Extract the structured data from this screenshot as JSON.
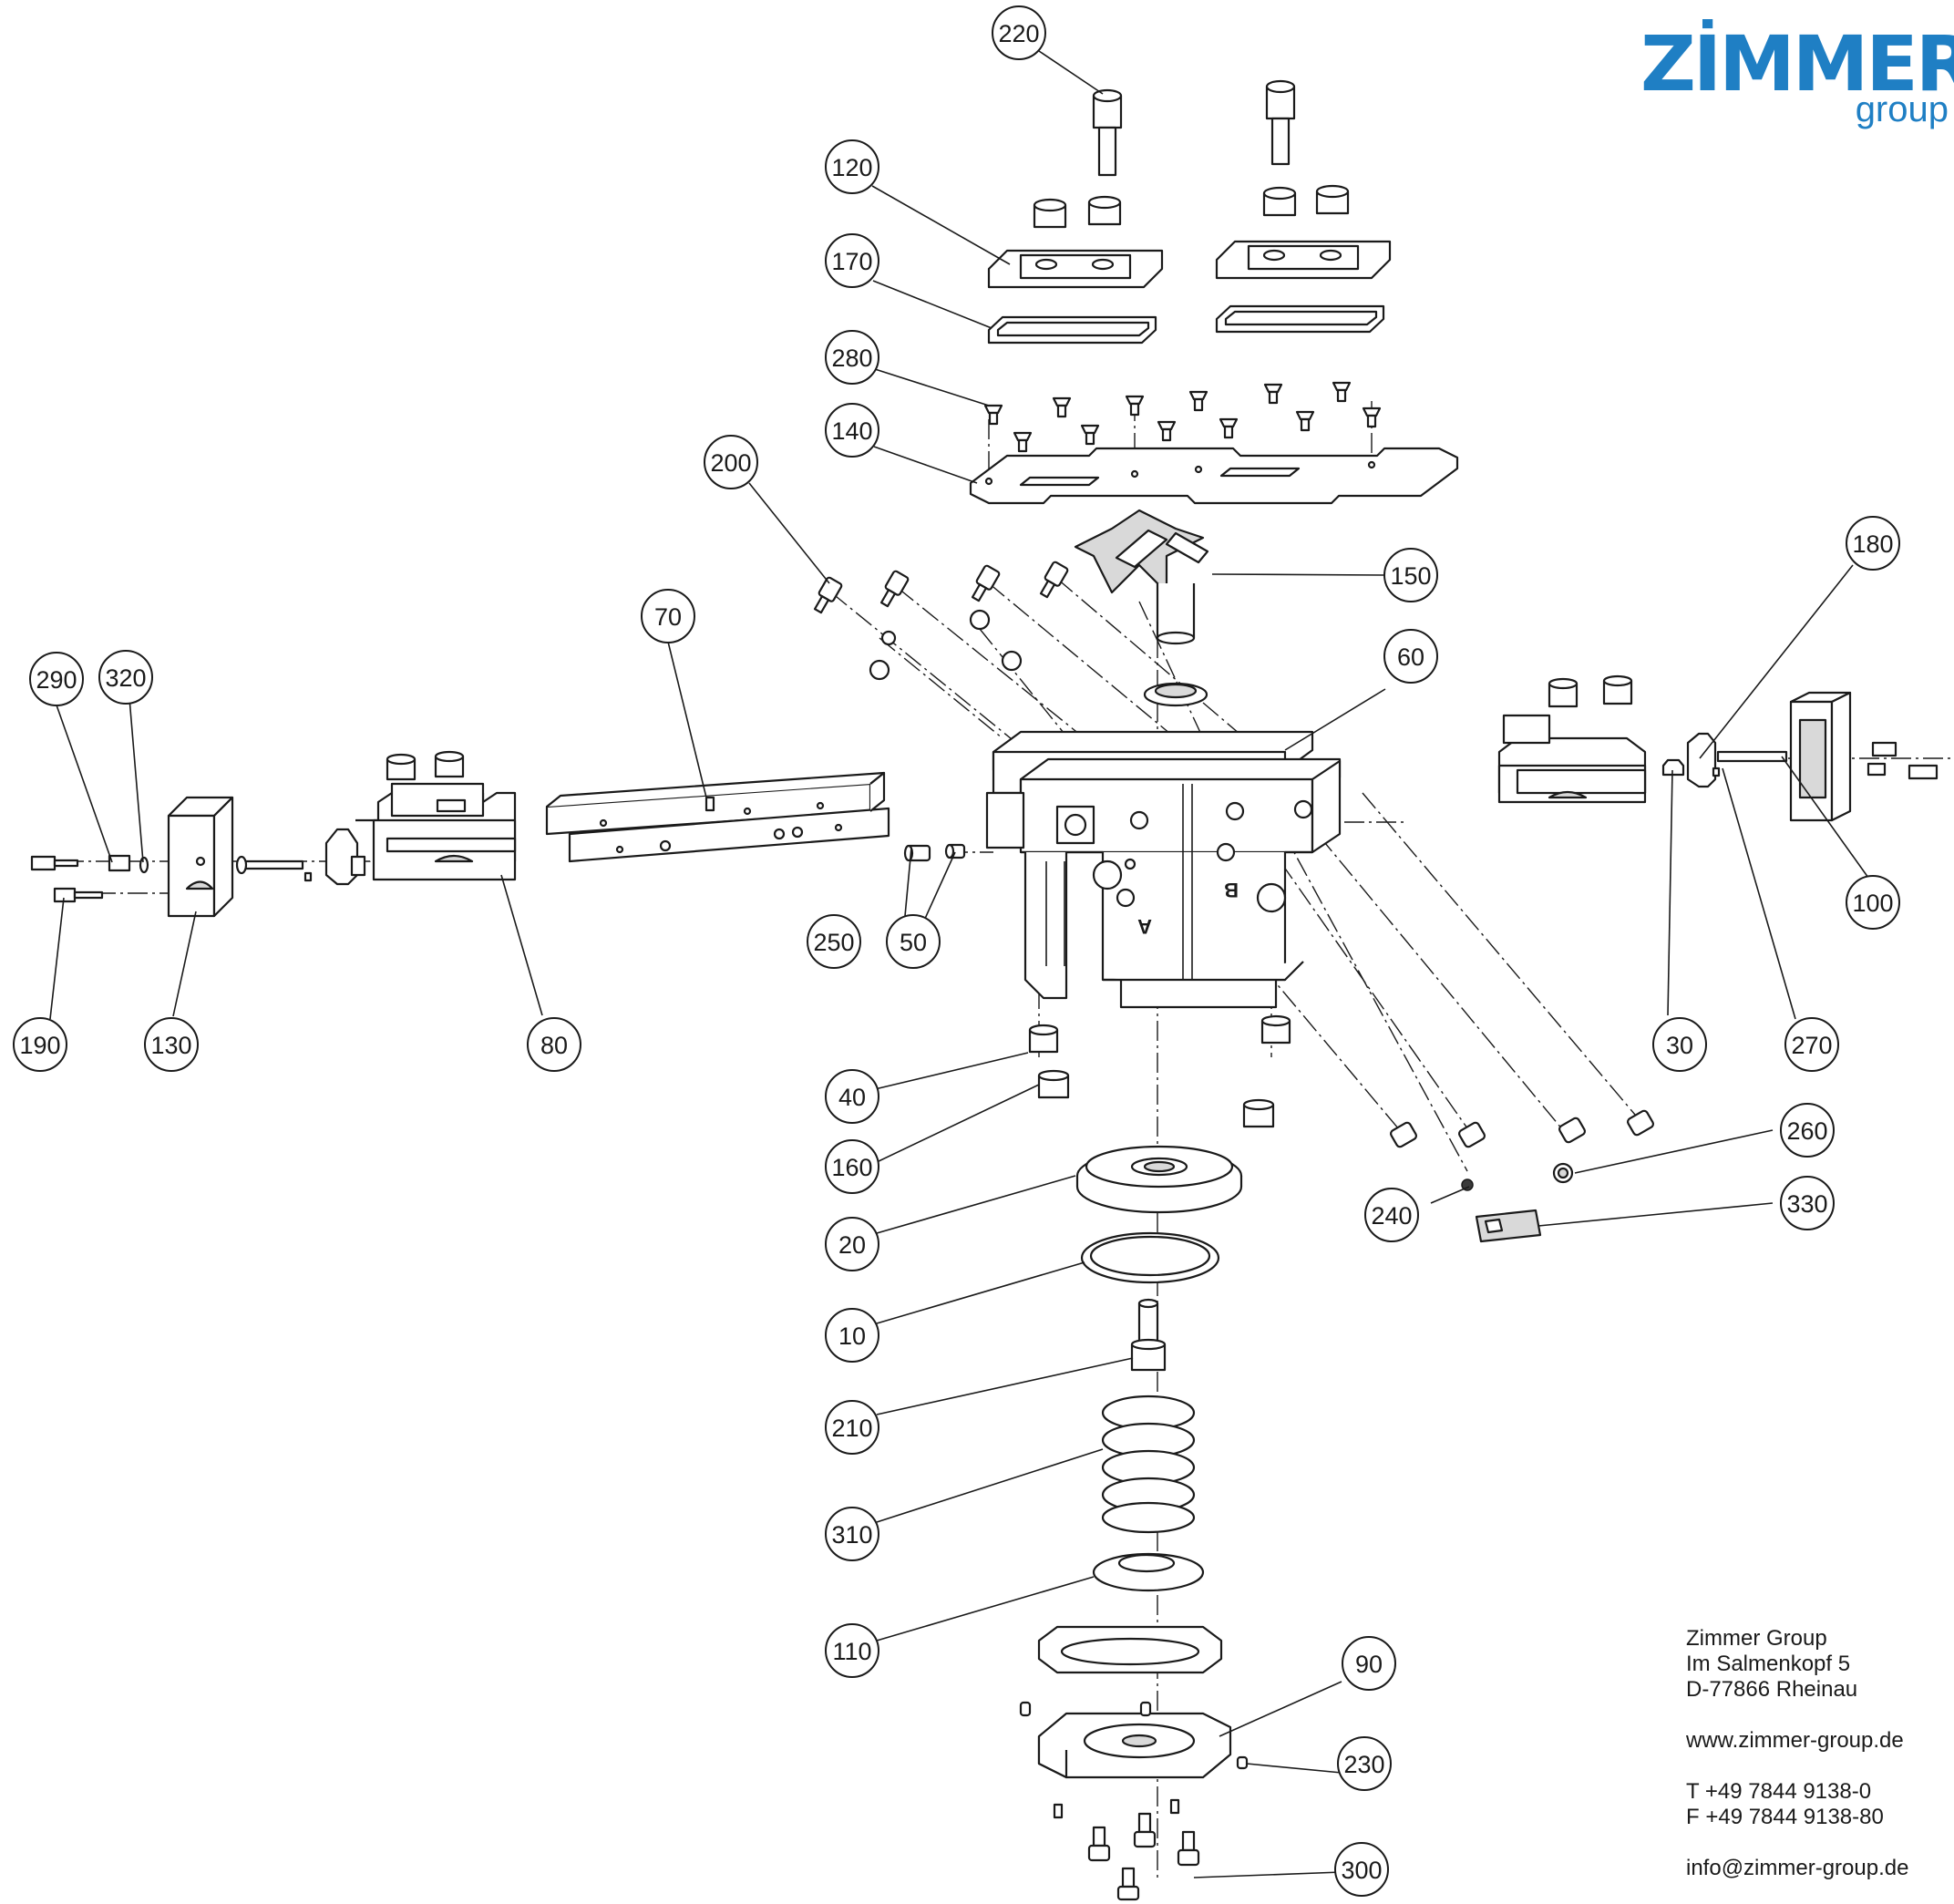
{
  "logo": {
    "word": "ZİMMER",
    "sub": "group",
    "color": "#1f7fc4"
  },
  "address": {
    "company": "Zimmer Group",
    "street": "Im Salmenkopf 5",
    "city": "D-77866 Rheinau",
    "web": "www.zimmer-group.de",
    "phone": "T +49 7844 9138-0",
    "fax": "F +49 7844 9138-80",
    "email": "info@zimmer-group.de"
  },
  "part_labels": [
    "220",
    "120",
    "170",
    "280",
    "140",
    "200",
    "150",
    "180",
    "70",
    "60",
    "290",
    "320",
    "250",
    "50",
    "100",
    "190",
    "130",
    "80",
    "30",
    "270",
    "40",
    "160",
    "260",
    "240",
    "330",
    "20",
    "10",
    "210",
    "310",
    "110",
    "90",
    "230",
    "300"
  ],
  "part_marks": {
    "A": "A",
    "B": "B"
  },
  "colors": {
    "line": "#1a1a1a",
    "fill": "#ffffff",
    "shade": "#dcdcdc"
  }
}
